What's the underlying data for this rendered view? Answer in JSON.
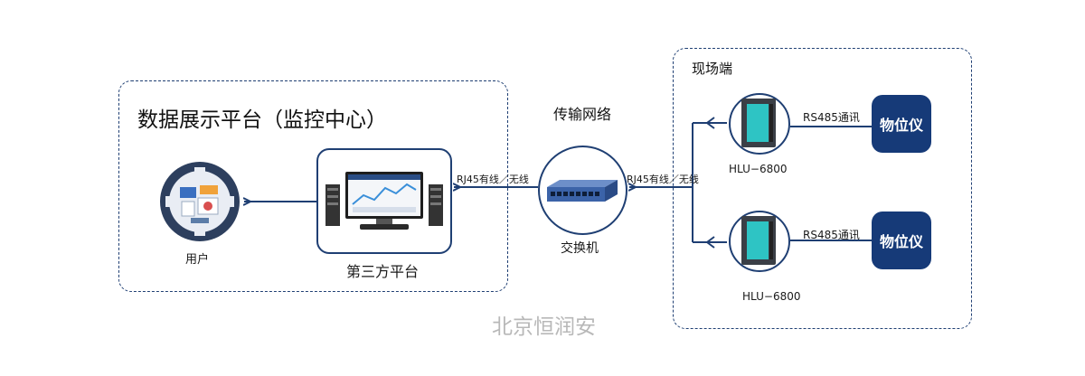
{
  "regions": {
    "left_title": "数据展示平台（监控中心）",
    "right_title": "现场端",
    "network_title": "传输网络"
  },
  "nodes": {
    "user_label": "用户",
    "platform_label": "第三方平台",
    "switch_label": "交换机",
    "device_top_label": "HLU−6800",
    "device_bottom_label": "HLU−6800",
    "meter_top_label": "物位仪",
    "meter_bottom_label": "物位仪"
  },
  "links": {
    "left_link_label": "RJ45有线／无线",
    "right_link_label": "RJ45有线／无线",
    "rs485_top_label": "RS485通讯",
    "rs485_bottom_label": "RS485通讯"
  },
  "watermark": "北京恒润安",
  "colors": {
    "line": "#1f3f73",
    "meter_fill": "#163a78",
    "device_screen": "#2ec4c4",
    "switch_blue": "#3b63a8",
    "watermark": "#b8b8b8"
  }
}
